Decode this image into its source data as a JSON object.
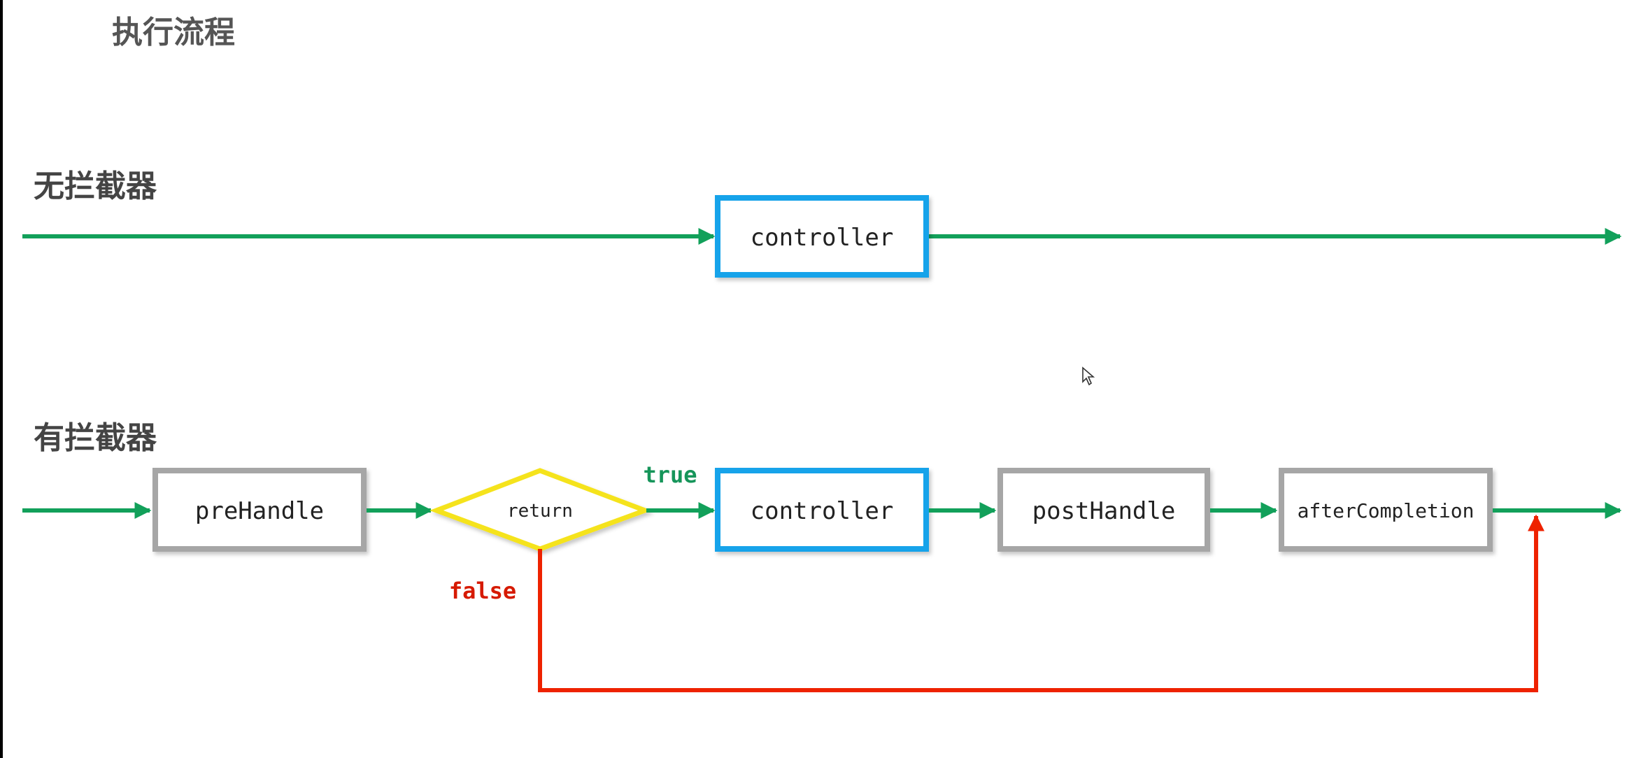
{
  "page": {
    "title": "执行流程"
  },
  "sections": {
    "without_interceptor": "无拦截器",
    "with_interceptor": "有拦截器"
  },
  "nodes": {
    "controller_top": "controller",
    "prehandle": "preHandle",
    "return": "return",
    "controller_bottom": "controller",
    "posthandle": "postHandle",
    "aftercompletion": "afterCompletion"
  },
  "edge_labels": {
    "true": "true",
    "false": "false"
  },
  "colors": {
    "flow_green": "#12a05a",
    "false_red": "#ee2200",
    "controller_blue": "#15a3ea",
    "handler_gray": "#a6a6a6",
    "decision_yellow": "#f5e31a",
    "true_text": "#16955a",
    "false_text": "#d61a00"
  },
  "icons": {
    "cursor": "mouse-pointer-icon"
  }
}
